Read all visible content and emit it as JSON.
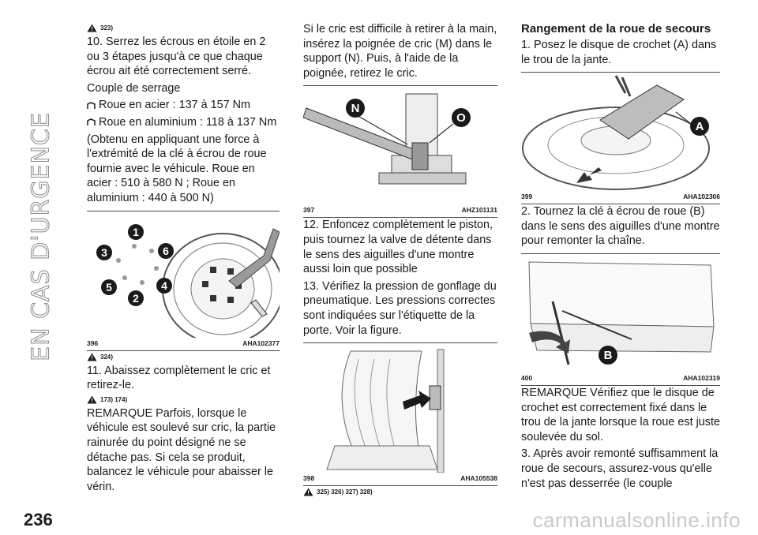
{
  "side_title": "EN CAS D'URGENCE",
  "page_number": "236",
  "watermark": "carmanualsonline.info",
  "col1": {
    "warn1": "323)",
    "step10": "10. Serrez les écrous en étoile en 2 ou 3 étapes jusqu'à ce que chaque écrou ait été correctement serré.",
    "torque_label": "Couple de serrage",
    "torque_items": [
      "Roue en acier : 137 à 157 Nm",
      "Roue en aluminium : 118 à 137 Nm"
    ],
    "torque_note": "(Obtenu en appliquant une force à l'extrémité de la clé à écrou de roue fournie avec le véhicule. Roue en acier : 510 à 580 N ; Roue en aluminium : 440 à 500 N)",
    "fig_num": "396",
    "fig_code": "AHA102377",
    "fig_labels": [
      "1",
      "2",
      "3",
      "4",
      "5",
      "6"
    ],
    "warn2": "324)",
    "step11": "11. Abaissez complètement le cric et retirez-le.",
    "warn3": "173) 174)",
    "remark": "REMARQUE Parfois, lorsque le véhicule est soulevé sur cric, la partie rainurée du point désigné ne se détache pas. Si cela se produit, balancez le véhicule pour abaisser le vérin."
  },
  "col2": {
    "intro": "Si le cric est difficile à retirer à la main, insérez la poignée de cric (M) dans le support (N). Puis, à l'aide de la poignée, retirez le cric.",
    "fig1_num": "397",
    "fig1_code": "AHZ101131",
    "fig1_labels": [
      "N",
      "O"
    ],
    "step12": "12. Enfoncez complètement le piston, puis tournez la valve de détente dans le sens des aiguilles d'une montre aussi loin que possible",
    "step13": "13. Vérifiez la pression de gonflage du pneumatique. Les pressions correctes sont indiquées sur l'étiquette de la porte. Voir la figure.",
    "fig2_num": "398",
    "fig2_code": "AHA105538",
    "warn": "325) 326) 327) 328)"
  },
  "col3": {
    "heading": "Rangement de la roue de secours",
    "step1": "1. Posez le disque de crochet (A) dans le trou de la jante.",
    "fig1_num": "399",
    "fig1_code": "AHA102306",
    "fig1_label": "A",
    "step2": "2. Tournez la clé à écrou de roue (B) dans le sens des aiguilles d'une montre pour remonter la chaîne.",
    "fig2_num": "400",
    "fig2_code": "AHA102319",
    "fig2_label": "B",
    "remark": "REMARQUE Vérifiez que le disque de crochet est correctement fixé dans le trou de la jante lorsque la roue est juste soulevée du sol.",
    "step3": "3. Après avoir remonté suffisamment la roue de secours, assurez-vous qu'elle n'est pas desserrée (le couple"
  },
  "colors": {
    "text": "#1a1a1a",
    "label_fill": "#1a1a1a",
    "watermark": "#c9c9c9"
  }
}
